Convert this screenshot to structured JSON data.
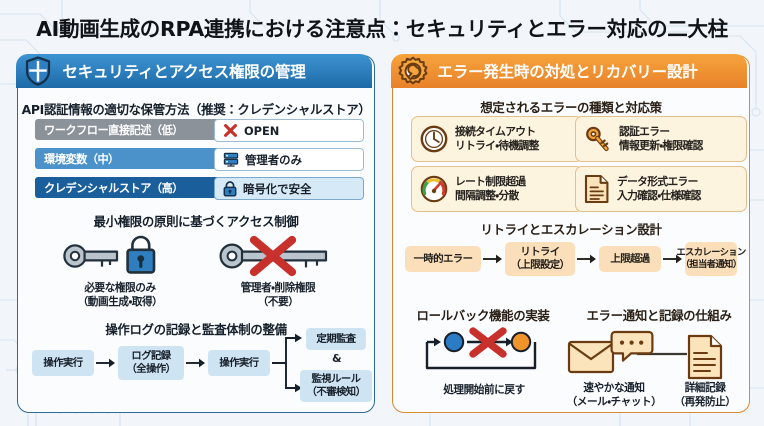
{
  "title": "AI動画生成のRPA連携における注意点：セキュリティとエラー対応の二大柱",
  "colors": {
    "background": "#f2f6fa",
    "panel_blue_border": "#2d6a96",
    "panel_orange_border": "#d98a32",
    "header_blue": "#1d6aa8",
    "header_orange": "#e8822a",
    "chevron_low": "#8b9299",
    "chevron_mid": "#4a92c9",
    "chevron_high": "#1a5e9c",
    "flow_box_blue": "#cfe4f3",
    "card_cream": "#fdf4e0",
    "card_border": "#e2c08a",
    "flow_box_orange": "#fbdfbb",
    "accent_red": "#c8302b",
    "accent_blue_dot": "#2b7cc4",
    "accent_orange_dot": "#f0932b"
  },
  "left_panel": {
    "header": {
      "icon": "shield-icon",
      "label": "セキュリティとアクセス権限の管理"
    },
    "storage_section": {
      "title": "API認証情報の適切な保管方法（推奨：クレデンシャルストア）",
      "rows": [
        {
          "label": "ワークフロー直接記述（低）",
          "level": "low",
          "icon": "red-x-icon",
          "status": "OPEN",
          "highlighted": false
        },
        {
          "label": "環境変数（中）",
          "level": "mid",
          "icon": "server-icon",
          "status": "管理者のみ",
          "highlighted": false
        },
        {
          "label": "クレデンシャルストア（高）",
          "level": "high",
          "icon": "padlock-icon",
          "status": "暗号化で安全",
          "highlighted": true
        }
      ]
    },
    "access_section": {
      "title": "最小権限の原則に基づくアクセス制御",
      "items": [
        {
          "icon": "key-lock-icon",
          "caption_line1": "必要な権限のみ",
          "caption_line2": "（動画生成・取得）"
        },
        {
          "icon": "key-crossed-out-icon",
          "caption_line1": "管理者・削除権限",
          "caption_line2": "（不要）"
        }
      ]
    },
    "audit_section": {
      "title": "操作ログの記録と監査体制の整備",
      "steps": [
        {
          "line1": "操作実行",
          "line2": ""
        },
        {
          "line1": "ログ記録",
          "line2": "（全操作）"
        },
        {
          "line1": "操作実行",
          "line2": ""
        }
      ],
      "branch_conjunction": "&",
      "branches": [
        {
          "line1": "定期監査",
          "line2": ""
        },
        {
          "line1": "監視ルール",
          "line2": "（不審検知）"
        }
      ]
    }
  },
  "right_panel": {
    "header": {
      "icon": "gear-wrench-icon",
      "label": "エラー発生時の対処とリカバリー設計"
    },
    "error_types_section": {
      "title": "想定されるエラーの種類と対応策",
      "cards": [
        {
          "icon": "clock-icon",
          "line1": "接続タイムアウト",
          "line2": "リトライ・待機調整"
        },
        {
          "icon": "key-icon",
          "line1": "認証エラー",
          "line2": "情報更新・権限確認"
        },
        {
          "icon": "gauge-icon",
          "line1": "レート制限超過",
          "line2": "間隔調整・分散"
        },
        {
          "icon": "document-icon",
          "line1": "データ形式エラー",
          "line2": "入力確認・仕様確認"
        }
      ]
    },
    "retry_section": {
      "title": "リトライとエスカレーション設計",
      "steps": [
        {
          "line1": "一時的エラー",
          "line2": ""
        },
        {
          "line1": "リトライ",
          "line2": "（上限設定）"
        },
        {
          "line1": "上限超過",
          "line2": ""
        },
        {
          "line1": "エスカレーション",
          "line2": "（担当者通知）"
        }
      ]
    },
    "rollback_section": {
      "title": "ロールバック機能の実装",
      "caption": "処理開始前に戻す",
      "start_dot": "blue-dot-icon",
      "end_dot": "orange-dot-icon",
      "blocker": "red-x-icon"
    },
    "notify_section": {
      "title": "エラー通知と記録の仕組み",
      "items": [
        {
          "icon": "envelope-chat-icon",
          "caption_line1": "速やかな通知",
          "caption_line2": "（メール・チャット）"
        },
        {
          "icon": "document-icon",
          "caption_line1": "詳細記録",
          "caption_line2": "（再発防止）"
        }
      ]
    }
  }
}
